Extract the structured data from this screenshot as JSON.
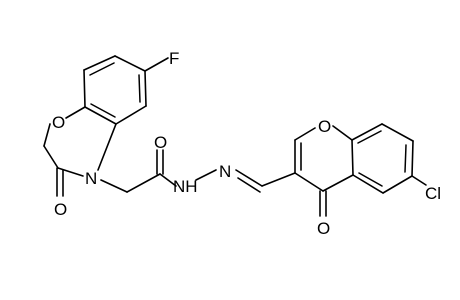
{
  "diagram": {
    "type": "chemical-structure",
    "atoms": {
      "F": "F",
      "O_ring_left": "O",
      "N_ring": "N",
      "O_lactam": "O",
      "O_amide": "O",
      "NH_hydrazide": "NH",
      "N_imine": "N",
      "O_chromone_ring": "O",
      "O_chromone_keto": "O",
      "Cl": "Cl"
    }
  }
}
